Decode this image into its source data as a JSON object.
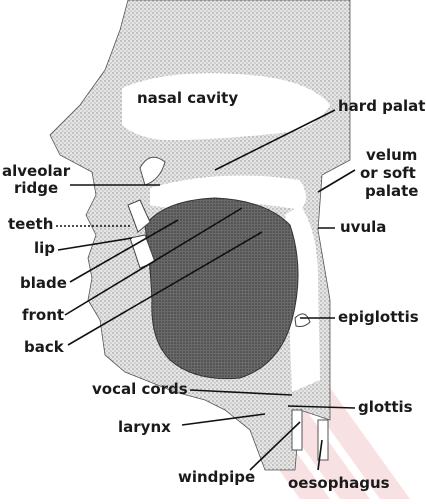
{
  "labels": {
    "nasal_cavity": "nasal cavity",
    "hard_palate": "hard palate",
    "velum_line1": "velum",
    "velum_line2": "or soft",
    "velum_line3": "palate",
    "alveolar_line1": "alveolar",
    "alveolar_line2": "ridge",
    "teeth": "teeth",
    "uvula": "uvula",
    "lip": "lip",
    "blade": "blade",
    "front": "front",
    "epiglottis": "epiglottis",
    "back": "back",
    "vocal_cords": "vocal cords",
    "glottis": "glottis",
    "larynx": "larynx",
    "windpipe": "windpipe",
    "oesophagus": "oesophagus"
  },
  "colors": {
    "ink": "#1a1a1a",
    "stipple": "#9a9a9a",
    "tongue": "#5c5c5c",
    "cavity": "#ffffff",
    "watermark": "#f2c9cc"
  }
}
